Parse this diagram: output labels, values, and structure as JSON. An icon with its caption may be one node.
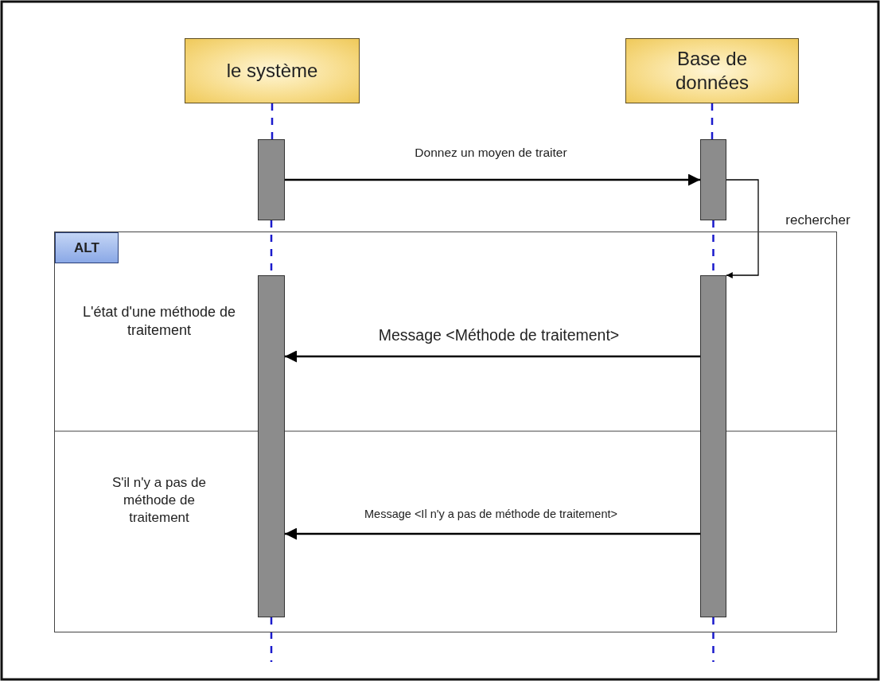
{
  "diagram": {
    "nodes": [
      {
        "text": [
          "le système"
        ]
      },
      {
        "text": [
          "Base de données"
        ]
      },
      {
        "text": [],
        "shape": "bar"
      },
      {
        "text": [],
        "shape": "bar"
      },
      {
        "text": [
          "ALT"
        ]
      },
      {
        "text": [],
        "shape": "bar",
        "in": 4
      },
      {
        "text": [],
        "shape": "bar",
        "in": 4
      }
    ],
    "edges": [
      {
        "from": 2,
        "to": 3,
        "arrow": "to",
        "label": "Donnez un moyen de traiter",
        "color": "#000000"
      },
      {
        "from": 3,
        "to": 6,
        "arrow": "to",
        "label": "rechercher",
        "color": "#000000"
      },
      {
        "from": 6,
        "to": 5,
        "arrow": "to",
        "label": "Message <Méthode de traitement>",
        "color": "#000000"
      },
      {
        "from": 6,
        "to": 5,
        "arrow": "to",
        "label": "Message <Il n'y a pas de méthode de traitement>",
        "color": "#000000"
      },
      {
        "from": 0,
        "to": 2,
        "arrow": "none",
        "style": "dashed",
        "color": "#1a1acc"
      },
      {
        "from": 2,
        "to": 5,
        "arrow": "none",
        "style": "dashed",
        "color": "#1a1acc"
      },
      {
        "from": 5,
        "to": null,
        "arrow": "none",
        "style": "dashed",
        "color": "#1a1acc"
      },
      {
        "from": 1,
        "to": 3,
        "arrow": "none",
        "style": "dashed",
        "color": "#1a1acc"
      },
      {
        "from": 3,
        "to": 6,
        "arrow": "none",
        "style": "dashed",
        "color": "#1a1acc"
      },
      {
        "from": 6,
        "to": null,
        "arrow": "none",
        "style": "dashed",
        "color": "#1a1acc"
      }
    ],
    "labels": [
      "L'état d'une méthode de traitement",
      "S'il n'y a pas de méthode de traitement"
    ]
  }
}
